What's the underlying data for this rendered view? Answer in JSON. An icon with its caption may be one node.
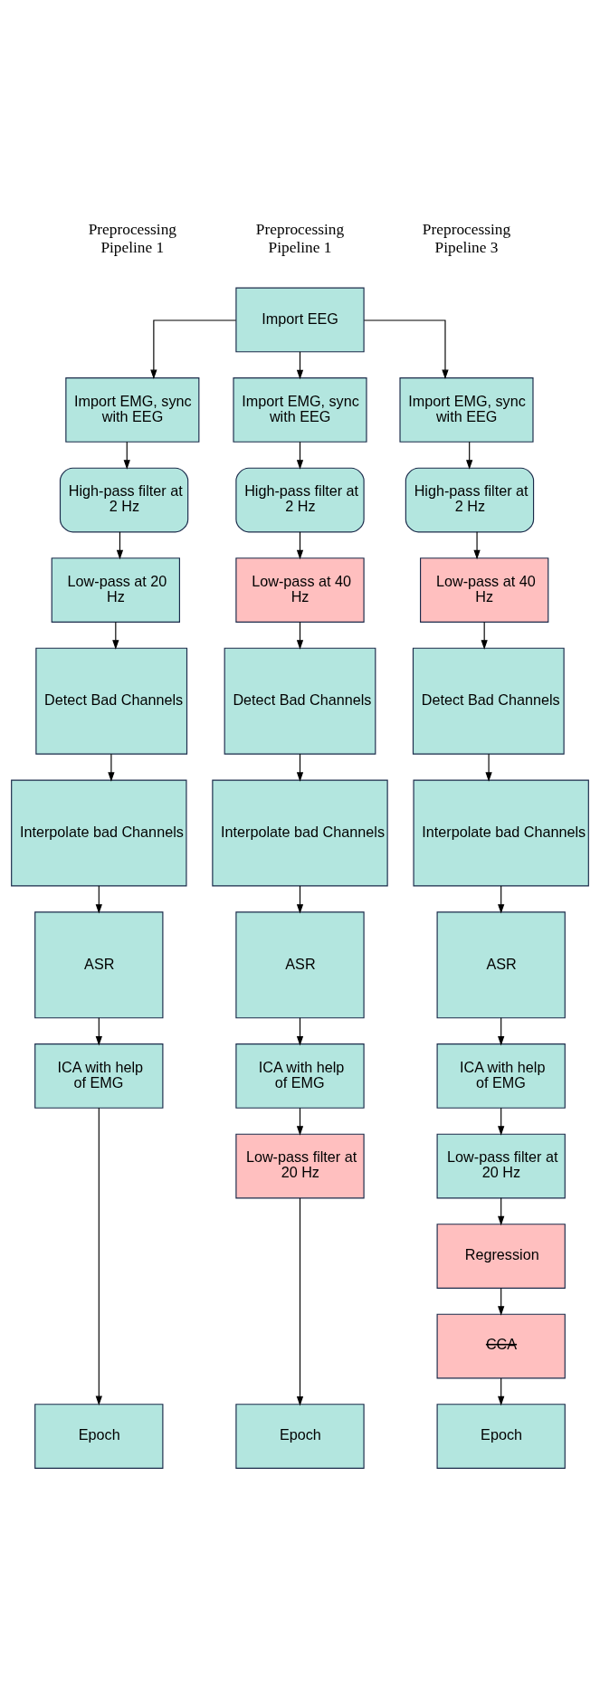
{
  "diagram": {
    "nodes": [
      {
        "text": [
          "Import EEG"
        ]
      },
      {
        "text": [
          "Import EMG, sync with EEG"
        ]
      },
      {
        "text": [
          "High-pass filter at 2 Hz"
        ]
      },
      {
        "text": [
          "Low-pass at 20 Hz"
        ]
      },
      {
        "text": [
          "Detect Bad Channels"
        ]
      },
      {
        "text": [
          "Interpolate bad Channels"
        ]
      },
      {
        "text": [
          "ASR"
        ]
      },
      {
        "text": [
          "ICA with help of EMG"
        ]
      },
      {
        "text": [
          "Epoch"
        ]
      },
      {
        "text": [
          "Import EMG, sync with EEG"
        ]
      },
      {
        "text": [
          "High-pass filter at 2 Hz"
        ]
      },
      {
        "text": [
          "Low-pass at 40 Hz"
        ]
      },
      {
        "text": [
          "Detect Bad Channels"
        ]
      },
      {
        "text": [
          "Interpolate bad Channels"
        ]
      },
      {
        "text": [
          "ASR"
        ]
      },
      {
        "text": [
          "ICA with help of EMG"
        ]
      },
      {
        "text": [
          "Low-pass filter at 20 Hz"
        ]
      },
      {
        "text": [
          "Epoch"
        ]
      },
      {
        "text": [
          "Import EMG, sync with EEG"
        ]
      },
      {
        "text": [
          "High-pass filter at 2 Hz"
        ]
      },
      {
        "text": [
          "Low-pass at 40 Hz"
        ]
      },
      {
        "text": [
          "Detect Bad Channels"
        ]
      },
      {
        "text": [
          "Interpolate bad Channels"
        ]
      },
      {
        "text": [
          "ASR"
        ]
      },
      {
        "text": [
          "ICA with help of EMG"
        ]
      },
      {
        "text": [
          "Low-pass filter at 20 Hz"
        ]
      },
      {
        "text": [
          "Regression"
        ]
      },
      {
        "text": [
          "CCA"
        ]
      },
      {
        "text": [
          "Epoch"
        ]
      }
    ],
    "edges": [
      {
        "from": 0,
        "to": 1,
        "arrow": "to"
      },
      {
        "from": 0,
        "to": 9,
        "arrow": "to"
      },
      {
        "from": 0,
        "to": 18,
        "arrow": "to"
      },
      {
        "from": 1,
        "to": 2,
        "arrow": "to"
      },
      {
        "from": 2,
        "to": 3,
        "arrow": "to"
      },
      {
        "from": 3,
        "to": 4,
        "arrow": "to"
      },
      {
        "from": 4,
        "to": 5,
        "arrow": "to"
      },
      {
        "from": 5,
        "to": 6,
        "arrow": "to"
      },
      {
        "from": 6,
        "to": 7,
        "arrow": "to"
      },
      {
        "from": 7,
        "to": 8,
        "arrow": "to"
      },
      {
        "from": 9,
        "to": 10,
        "arrow": "to"
      },
      {
        "from": 10,
        "to": 11,
        "arrow": "to"
      },
      {
        "from": 11,
        "to": 12,
        "arrow": "to"
      },
      {
        "from": 12,
        "to": 13,
        "arrow": "to"
      },
      {
        "from": 13,
        "to": 14,
        "arrow": "to"
      },
      {
        "from": 14,
        "to": 15,
        "arrow": "to"
      },
      {
        "from": 15,
        "to": 16,
        "arrow": "to"
      },
      {
        "from": 16,
        "to": 17,
        "arrow": "to"
      },
      {
        "from": 18,
        "to": 19,
        "arrow": "to"
      },
      {
        "from": 19,
        "to": 20,
        "arrow": "to"
      },
      {
        "from": 20,
        "to": 21,
        "arrow": "to"
      },
      {
        "from": 21,
        "to": 22,
        "arrow": "to"
      },
      {
        "from": 22,
        "to": 23,
        "arrow": "to"
      },
      {
        "from": 23,
        "to": 24,
        "arrow": "to"
      },
      {
        "from": 24,
        "to": 25,
        "arrow": "to"
      },
      {
        "from": 25,
        "to": 26,
        "arrow": "to"
      },
      {
        "from": 26,
        "to": 27,
        "arrow": "to"
      },
      {
        "from": 27,
        "to": 28,
        "arrow": "to"
      }
    ],
    "labels": [
      "Preprocessing Pipeline 1",
      "Preprocessing Pipeline 1",
      "Preprocessing Pipeline 3"
    ]
  }
}
